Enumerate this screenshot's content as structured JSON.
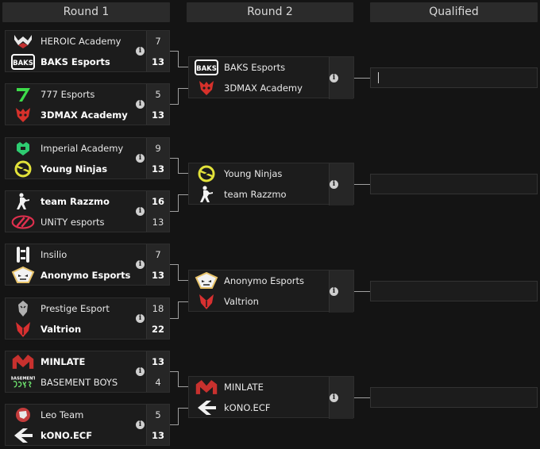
{
  "headers": {
    "round1": "Round 1",
    "round2": "Round 2",
    "qualified": "Qualified"
  },
  "round1": [
    {
      "top": {
        "name": "HEROIC Academy",
        "score": "7",
        "logo": "heroic-logo"
      },
      "bottom": {
        "name": "BAKS Esports",
        "score": "13",
        "logo": "baks-logo"
      },
      "winner": "bottom"
    },
    {
      "top": {
        "name": "777 Esports",
        "score": "5",
        "logo": "777-logo"
      },
      "bottom": {
        "name": "3DMAX Academy",
        "score": "13",
        "logo": "3dmax-logo"
      },
      "winner": "bottom"
    },
    {
      "top": {
        "name": "Imperial Academy",
        "score": "9",
        "logo": "imperial-logo"
      },
      "bottom": {
        "name": "Young Ninjas",
        "score": "13",
        "logo": "ninjas-logo"
      },
      "winner": "bottom"
    },
    {
      "top": {
        "name": "team Razzmo",
        "score": "16",
        "logo": "razzmo-logo"
      },
      "bottom": {
        "name": "UNiTY esports",
        "score": "13",
        "logo": "unity-logo"
      },
      "winner": "top"
    },
    {
      "top": {
        "name": "Insilio",
        "score": "7",
        "logo": "insilio-logo"
      },
      "bottom": {
        "name": "Anonymo Esports",
        "score": "13",
        "logo": "anonymo-logo"
      },
      "winner": "bottom"
    },
    {
      "top": {
        "name": "Prestige Esport",
        "score": "18",
        "logo": "prestige-logo"
      },
      "bottom": {
        "name": "Valtrion",
        "score": "22",
        "logo": "valtrion-logo"
      },
      "winner": "bottom"
    },
    {
      "top": {
        "name": "MINLATE",
        "score": "13",
        "logo": "minlate-logo"
      },
      "bottom": {
        "name": "BASEMENT BOYS",
        "score": "4",
        "logo": "basement-logo"
      },
      "winner": "top"
    },
    {
      "top": {
        "name": "Leo Team",
        "score": "5",
        "logo": "leo-logo"
      },
      "bottom": {
        "name": "kONO.ECF",
        "score": "13",
        "logo": "kono-logo"
      },
      "winner": "bottom"
    }
  ],
  "round2": [
    {
      "top": {
        "name": "BAKS Esports",
        "logo": "baks-logo"
      },
      "bottom": {
        "name": "3DMAX Academy",
        "logo": "3dmax-logo"
      }
    },
    {
      "top": {
        "name": "Young Ninjas",
        "logo": "ninjas-logo"
      },
      "bottom": {
        "name": "team Razzmo",
        "logo": "razzmo-logo"
      }
    },
    {
      "top": {
        "name": "Anonymo Esports",
        "logo": "anonymo-logo"
      },
      "bottom": {
        "name": "Valtrion",
        "logo": "valtrion-logo"
      }
    },
    {
      "top": {
        "name": "MINLATE",
        "logo": "minlate-logo"
      },
      "bottom": {
        "name": "kONO.ECF",
        "logo": "kono-logo"
      }
    }
  ],
  "logo_text": {
    "baks": "BAKS",
    "basement": "BASEMENT"
  },
  "colors": {
    "background": "#141414",
    "header": "#2b2b2b",
    "card": "#1c1c1c",
    "score_bg": "#262626",
    "heroic": "#e9e9e9",
    "baks": "#ffffff",
    "777": "#3ddc4a",
    "3dmax": "#d6312b",
    "imperial": "#2ecc71",
    "ninjas": "#e2e23a",
    "razzmo": "#f2f2f2",
    "unity": "#e0304e",
    "insilio": "#f0f0f0",
    "anonymo": "#e8c36a",
    "prestige": "#b0b0b0",
    "valtrion": "#d83030",
    "minlate": "#c8312e",
    "basement": "#6ee26e",
    "leo": "#c43c3c",
    "kono": "#f0f0f0"
  }
}
